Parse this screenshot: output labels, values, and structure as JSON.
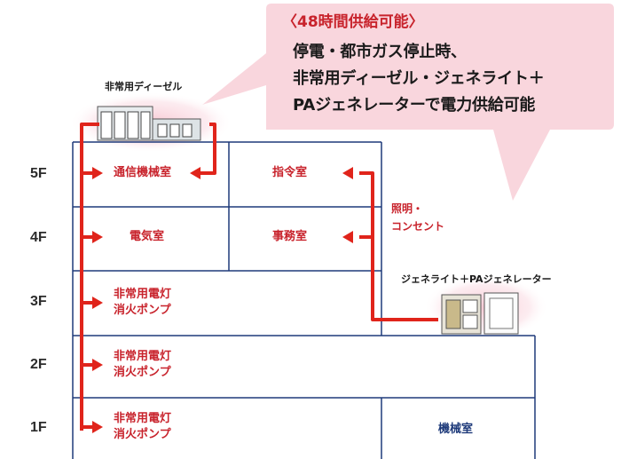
{
  "callout": {
    "title": "〈48時間供給可能〉",
    "lines": [
      "停電・都市ガス停止時、",
      "非常用ディーゼル・ジェネライト＋",
      "PAジェネレーターで電力供給可能"
    ]
  },
  "generators": {
    "diesel_label": "非常用ディーゼル",
    "genelite_label": "ジェネライト＋PAジェネレーター"
  },
  "supply_label": {
    "line1": "照明・",
    "line2": "コンセント"
  },
  "floors": [
    {
      "label": "5F",
      "rooms": [
        "通信機械室",
        "指令室"
      ]
    },
    {
      "label": "4F",
      "rooms": [
        "電気室",
        "事務室"
      ]
    },
    {
      "label": "3F",
      "rooms": [
        "非常用電灯\n消火ポンプ"
      ]
    },
    {
      "label": "2F",
      "rooms": [
        "非常用電灯\n消火ポンプ"
      ]
    },
    {
      "label": "1F",
      "rooms": [
        "非常用電灯\n消火ポンプ",
        "機械室"
      ]
    }
  ],
  "colors": {
    "wall_line": "#1e3a7a",
    "power_line": "#e0241b",
    "callout_fill": "#f9d6dd",
    "text_red": "#c8232c"
  }
}
